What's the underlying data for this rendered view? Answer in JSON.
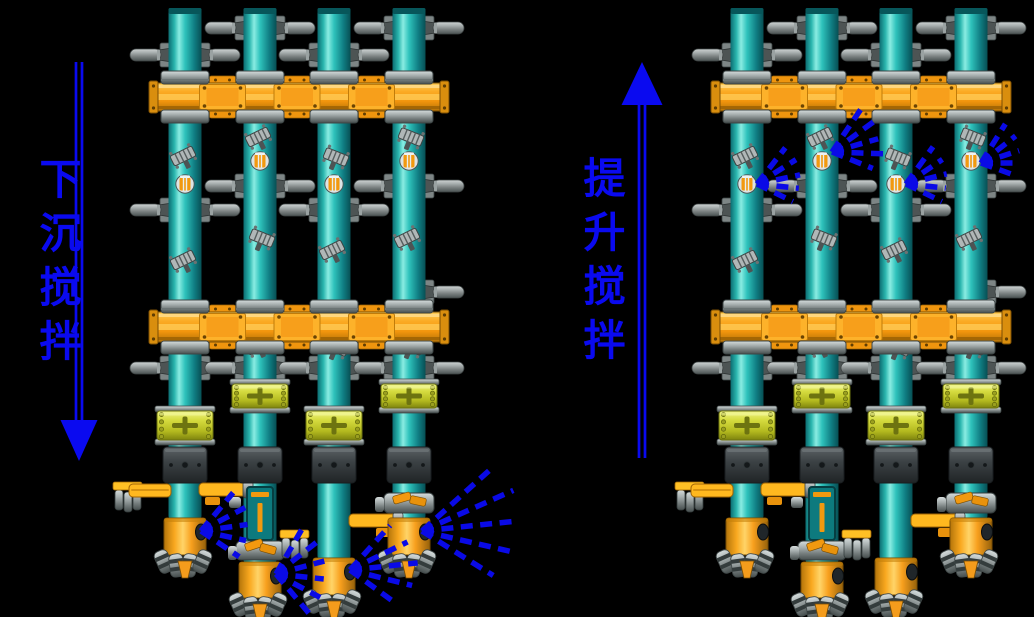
{
  "labels": {
    "left": "下沉搅拌",
    "right": "提升搅拌"
  },
  "arrows": {
    "left_direction": "down",
    "right_direction": "up"
  },
  "machines": {
    "left": {
      "shaft_count": 4
    },
    "right": {
      "shaft_count": 4
    }
  },
  "colors": {
    "background": "#000000",
    "annotation_blue": "#0a0af0",
    "spray_blue": "#0a0ae6",
    "shaft_teal": "#18aaa6",
    "shaft_teal_dark": "#0c6d72",
    "beam_orange": "#f79f1b",
    "collar_yellow_green": "#ccd235",
    "collar_dark_olive": "#6d7310",
    "sleeve_dark_gray": "#3a4042",
    "metal_gray": "#9aa2a2",
    "metal_gray_dark": "#4d5454",
    "drill_head_orange": "#f8a01e",
    "nozzle_dark": "#20262a",
    "port_rim": "#dde4e5",
    "port_orange": "#f2990f",
    "arm_yellow": "#ffb81f"
  }
}
